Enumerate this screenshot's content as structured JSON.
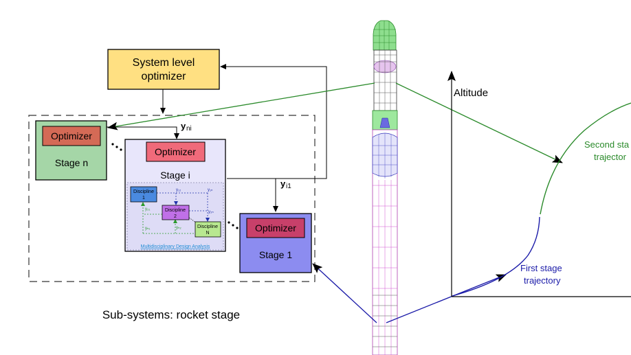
{
  "system_optimizer": {
    "line1": "System level",
    "line2": "optimizer"
  },
  "stage_n": {
    "optimizer": "Optimizer",
    "label": "Stage n"
  },
  "stage_i": {
    "optimizer": "Optimizer",
    "label": "Stage i"
  },
  "stage_1": {
    "optimizer": "Optimizer",
    "label": "Stage 1"
  },
  "coupling": {
    "y_ni": {
      "base": "y",
      "sub": "ni"
    },
    "y_i1": {
      "base": "y",
      "sub": "i1"
    }
  },
  "mda": {
    "discipline1": {
      "line1": "Discipline",
      "line2": "1"
    },
    "discipline2": {
      "line1": "Discipline",
      "line2": "2"
    },
    "disciplineN": {
      "line1": "Discipline",
      "line2": "N"
    },
    "couplings": {
      "y12": "y₁₂",
      "y1N": "y₁ₙ",
      "y21": "y₂₁",
      "y2N": "y₂ₙ",
      "yN1": "yₙ₁",
      "yN2": "yₙ₂"
    },
    "caption": "Multidisciplinary Design Analysis"
  },
  "subsystems_caption": "Sub-systems: rocket stage",
  "trajectory": {
    "altitude_label": "Altitude",
    "first_stage": {
      "line1": "First stage",
      "line2": "trajectory"
    },
    "second_stage": {
      "line1": "Second sta",
      "line2": "trajector"
    }
  },
  "colors": {
    "system_box": "#ffe082",
    "stage_n_bg": "#a5d6a7",
    "stage_i_bg": "#e8e6fb",
    "stage_1_bg": "#8c8cf0",
    "optimizer_n": "#d46a56",
    "optimizer_i": "#f06a7a",
    "optimizer_1": "#c8406a",
    "green_line": "#2a8a2a",
    "blue_line": "#1a1aa8",
    "rocket_green": "#38b838",
    "rocket_magenta": "#d040d0",
    "rocket_blue": "#4444cc",
    "mda_text": "#1a8ad4"
  }
}
